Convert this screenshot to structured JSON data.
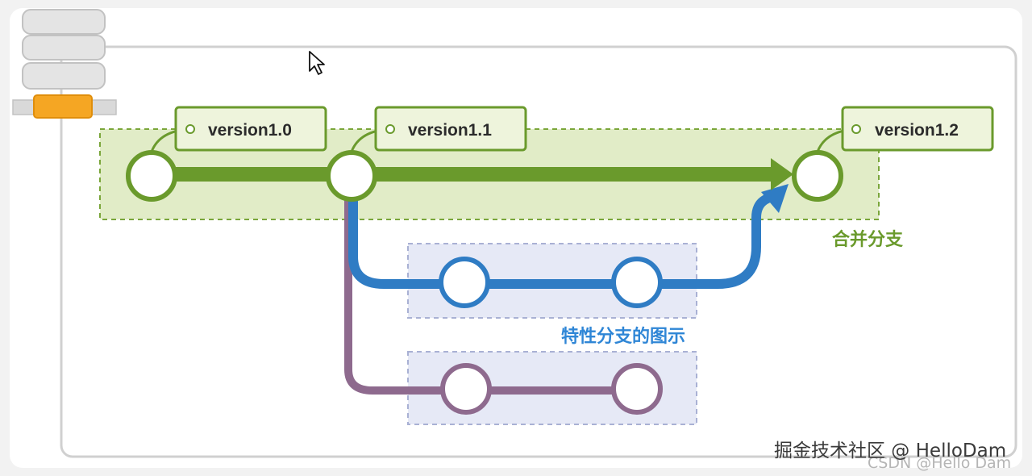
{
  "versions": [
    {
      "label": "version1.0"
    },
    {
      "label": "version1.1"
    },
    {
      "label": "version1.2"
    }
  ],
  "captions": {
    "merge": "合并分支",
    "feature": "特性分支的图示"
  },
  "watermark": {
    "main": "掘金技术社区 @ HelloDam",
    "sub": "CSDN @Hello Dam"
  },
  "colors": {
    "master_branch": "#6a9a2c",
    "feature_branch": "#2f7cc4",
    "other_branch": "#8e6a8e",
    "master_area": "#e1ecc7",
    "feature_area": "#e6e9f6",
    "tag_fill": "#eef4dc"
  },
  "icons": {
    "server": "database-server-icon",
    "cursor": "mouse-pointer-icon"
  }
}
